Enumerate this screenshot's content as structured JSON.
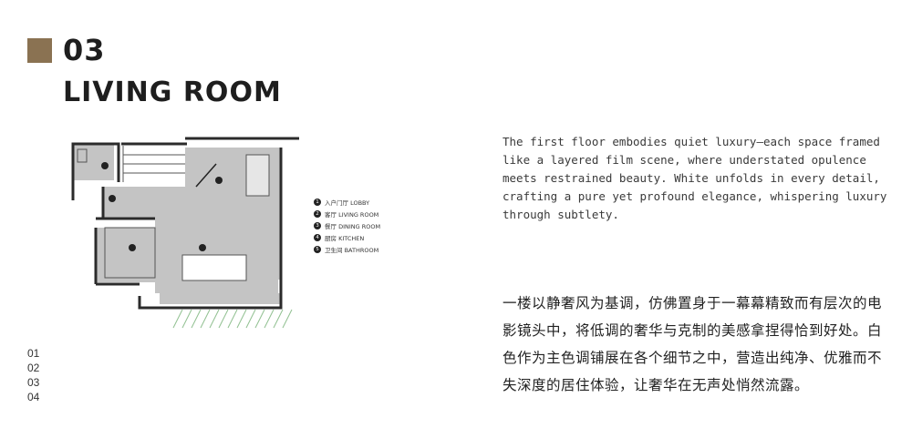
{
  "section": {
    "number": "03",
    "title": "LIVING ROOM"
  },
  "legend": {
    "items": [
      {
        "num": "1",
        "label": "入户门厅 LOBBY"
      },
      {
        "num": "2",
        "label": "客厅 LIVING ROOM"
      },
      {
        "num": "3",
        "label": "餐厅 DINING ROOM"
      },
      {
        "num": "4",
        "label": "厨房 KITCHEN"
      },
      {
        "num": "5",
        "label": "卫生间 BATHROOM"
      }
    ]
  },
  "description": {
    "english": "The first floor embodies quiet luxury—each space framed like a layered film scene, where understated opulence meets restrained beauty. White unfolds in every detail, crafting a pure yet profound elegance, whispering luxury through subtlety.",
    "chinese": "一楼以静奢风为基调，仿佛置身于一幕幕精致而有层次的电影镜头中，将低调的奢华与克制的美感拿捏得恰到好处。白色作为主色调铺展在各个细节之中，营造出纯净、优雅而不失深度的居住体验，让奢华在无声处悄然流露。"
  },
  "page_index": [
    "01",
    "02",
    "03",
    "04"
  ],
  "colors": {
    "accent": "#8a7252",
    "floor": "#c4c4c4",
    "wall": "#2b2b2b",
    "garden": "#8fbf8f"
  }
}
